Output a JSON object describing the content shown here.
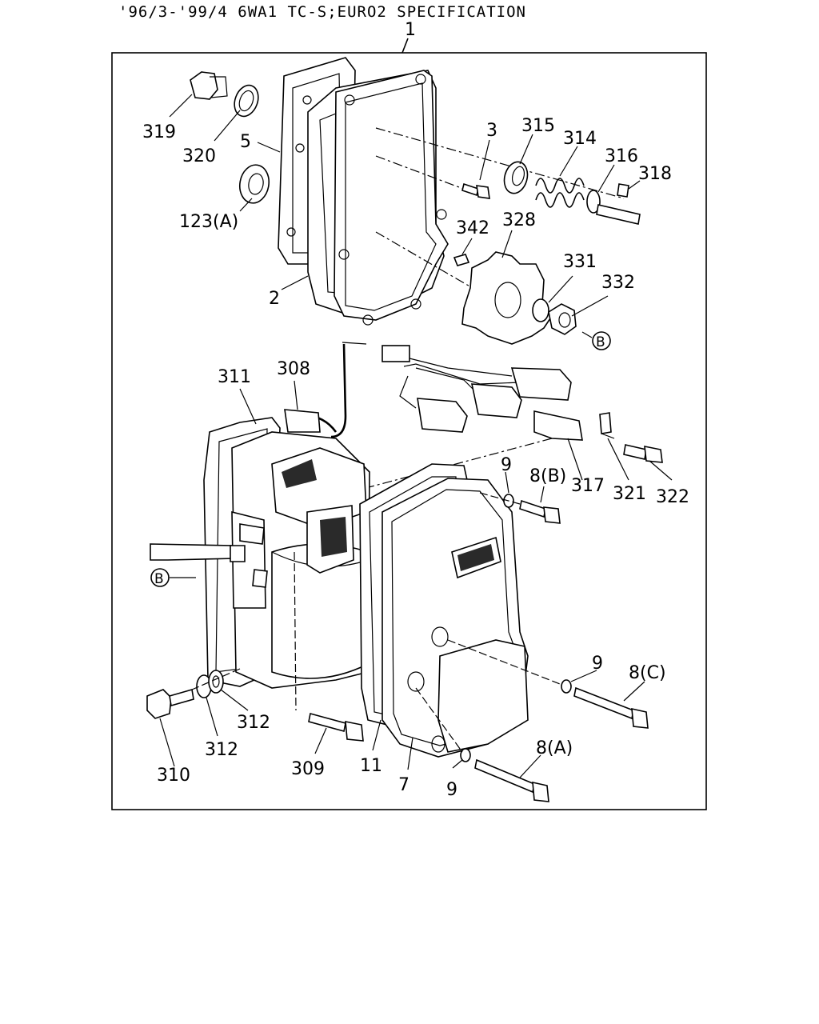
{
  "header": {
    "title": "'96/3-'99/4 6WA1 TC-S;EURO2 SPECIFICATION"
  },
  "diagram": {
    "labels": {
      "l1": "1",
      "l319": "319",
      "l320": "320",
      "l5": "5",
      "l123a": "123(A)",
      "l2": "2",
      "l3": "3",
      "l315": "315",
      "l314": "314",
      "l316": "316",
      "l318": "318",
      "l342": "342",
      "l328": "328",
      "l331": "331",
      "l332": "332",
      "lB1": "B",
      "l311": "311",
      "l308": "308",
      "l9a": "9",
      "l8b": "8(B)",
      "l317": "317",
      "l321": "321",
      "l322": "322",
      "lB2": "B",
      "l9b": "9",
      "l8c": "8(C)",
      "l312a": "312",
      "l312b": "312",
      "l310": "310",
      "l309": "309",
      "l11": "11",
      "l7": "7",
      "l9c": "9",
      "l8a": "8(A)"
    }
  }
}
